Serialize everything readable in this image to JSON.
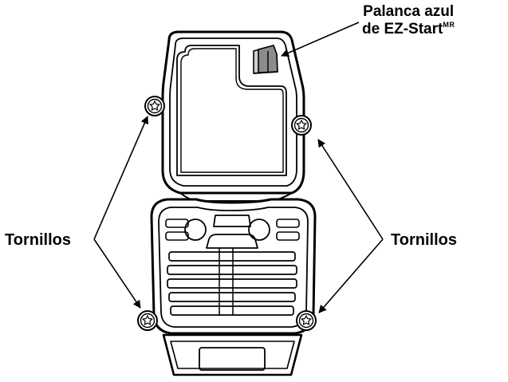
{
  "labels": {
    "lever_line1": "Palanca azul",
    "lever_line2_prefix": "de EZ-Start",
    "lever_superscript": "MR",
    "screws_left": "Tornillos",
    "screws_right": "Tornillos"
  },
  "colors": {
    "stroke": "#000000",
    "lever_fill": "#8c8c8c",
    "lever_light": "#cfcfcf",
    "background": "#ffffff"
  },
  "parts": {
    "screw_icon": "star-head-screw-icon",
    "lever_icon": "ez-start-lever-icon"
  }
}
